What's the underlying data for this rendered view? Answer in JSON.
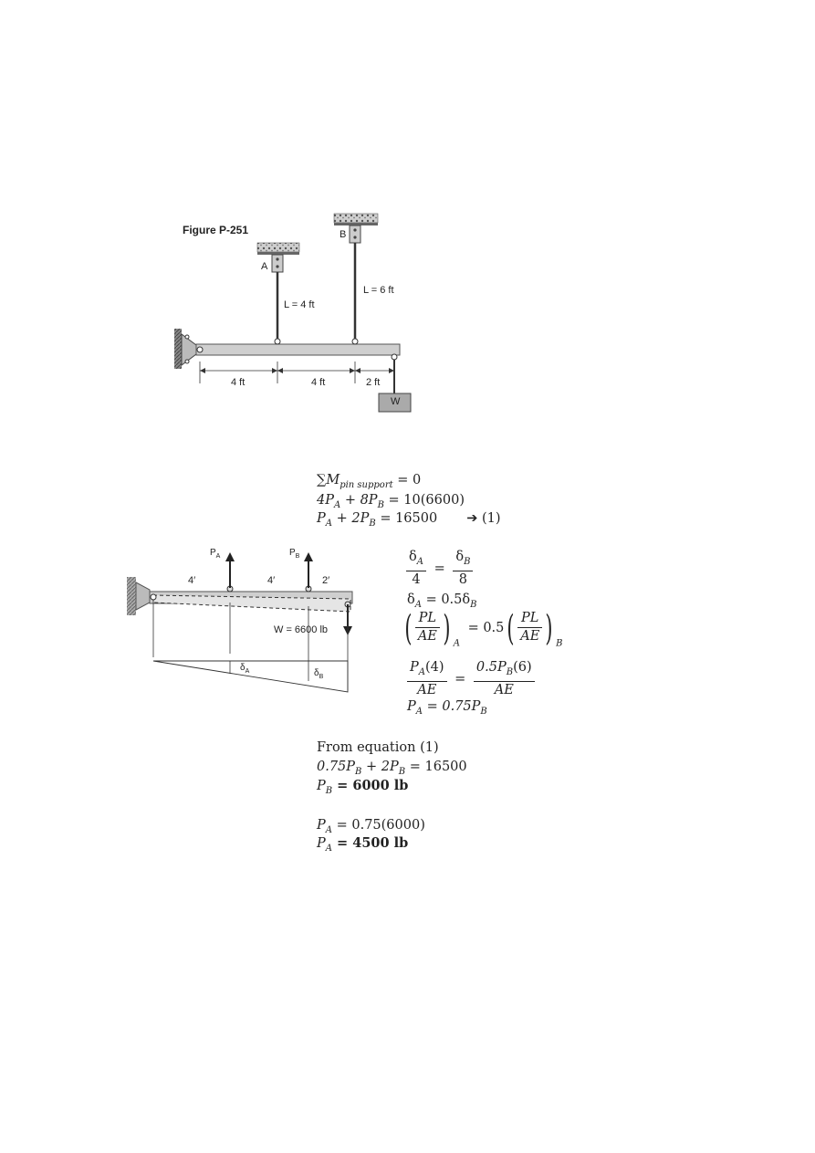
{
  "figure": {
    "title": "Figure P-251",
    "support_a": "A",
    "support_b": "B",
    "rod_a_length": "L = 4 ft",
    "rod_b_length": "L = 6 ft",
    "dim_1": "4 ft",
    "dim_2": "4 ft",
    "dim_3": "2 ft",
    "load": "W"
  },
  "fbd": {
    "force_a": "P",
    "force_a_sub": "A",
    "force_b": "P",
    "force_b_sub": "B",
    "seg_1": "4′",
    "seg_2": "4′",
    "seg_3": "2′",
    "load": "W = 6600 lb",
    "delta_a": "δ",
    "delta_a_sub": "A",
    "delta_b": "δ",
    "delta_b_sub": "B"
  },
  "moment_eqs": {
    "line1_lhs": "∑M",
    "line1_sub": "pin support",
    "line1_rhs": " = 0",
    "line2": "4P",
    "line2_a": "A",
    "line2_mid": " + 8P",
    "line2_b": "B",
    "line2_rhs": " = 10(6600)",
    "line3": "P",
    "line3_a": "A",
    "line3_mid": " + 2P",
    "line3_b": "B",
    "line3_rhs": " = 16500",
    "line3_ref": "➔ (1)"
  },
  "compat": {
    "f1_num": "δ",
    "f1_num_sub": "A",
    "f1_den": "4",
    "eq": "=",
    "f2_num": "δ",
    "f2_num_sub": "B",
    "f2_den": "8",
    "line2_lhs": "δ",
    "line2_lhs_sub": "A",
    "line2_rhs": " = 0.5δ",
    "line2_rhs_sub": "B",
    "line3_num": "PL",
    "line3_den": "AE",
    "line3_sub_a": "A",
    "line3_mid": "= 0.5",
    "line3_sub_b": "B",
    "line4_num_a": "P",
    "line4_num_a_sub": "A",
    "line4_num_a_rest": "(4)",
    "line4_den": "AE",
    "line4_num_b": "0.5P",
    "line4_num_b_sub": "B",
    "line4_num_b_rest": "(6)",
    "line5": "P",
    "line5_sub": "A",
    "line5_rhs": " = 0.75P",
    "line5_rhs_sub": "B"
  },
  "solution": {
    "from": "From equation (1)",
    "l2": "0.75P",
    "l2_sub": "B",
    "l2_mid": " + 2P",
    "l2_sub2": "B",
    "l2_rhs": " = 16500",
    "l3": "P",
    "l3_sub": "B",
    "l3_rhs": " = 6000 lb",
    "l4": "P",
    "l4_sub": "A",
    "l4_rhs": " = 0.75(6000)",
    "l5": "P",
    "l5_sub": "A",
    "l5_rhs": " = 4500 lb"
  }
}
